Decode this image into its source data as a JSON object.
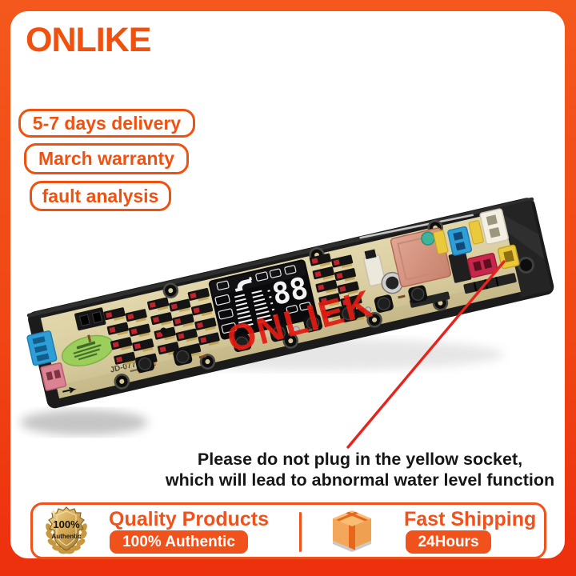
{
  "brand": {
    "logo": "ONLIKE"
  },
  "badges": [
    {
      "label": "5-7 days delivery"
    },
    {
      "label": "March warranty"
    },
    {
      "label": "fault analysis"
    }
  ],
  "board": {
    "marking": "JD-0771",
    "watermark": "ONLIEK",
    "display_digits": "88"
  },
  "callout": {
    "line1": "Please do not plug in the yellow socket,",
    "line2": "which will lead to abnormal water level function"
  },
  "footer": {
    "quality": {
      "title": "Quality Products",
      "pill": "100% Authentic",
      "seal_percent": "100%",
      "seal_word": "Authentic"
    },
    "shipping": {
      "title": "Fast Shipping",
      "pill": "24Hours"
    }
  },
  "icons": {
    "quality_seal": "gold-shield-with-laurel",
    "package_box": "orange-parcel-cube",
    "callout_arrow": "red-line-pointer"
  },
  "colors": {
    "accent": "#F1511B",
    "accent_deep": "#ED2F0E",
    "arrow_red": "#E8231C",
    "pcb": "#D8CC9F",
    "board_frame": "#1B1B1B",
    "yellow_socket": "#EAC93C",
    "blue_socket": "#2E9FD6",
    "white_socket": "#F3EFE3",
    "red_socket": "#C7274B",
    "relay_salmon": "#D99988",
    "sticker_green": "#9CCE5C"
  }
}
